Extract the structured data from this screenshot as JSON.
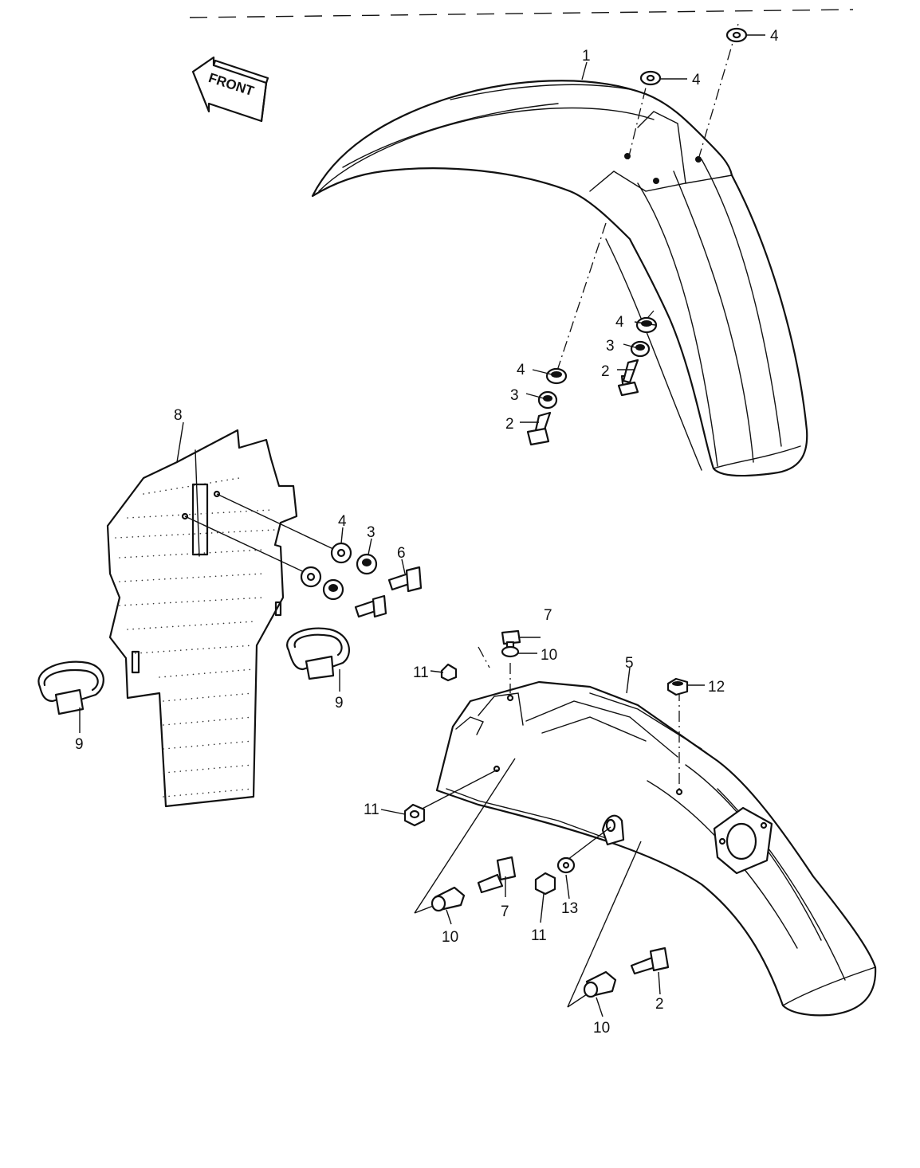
{
  "front_arrow": {
    "label": "FRONT"
  },
  "callouts": {
    "c1": "1",
    "c2a": "2",
    "c2b": "2",
    "c2c": "2",
    "c3a": "3",
    "c3b": "3",
    "c3c": "3",
    "c4a": "4",
    "c4b": "4",
    "c4c": "4",
    "c4d": "4",
    "c4e": "4",
    "c5": "5",
    "c6": "6",
    "c7a": "7",
    "c7b": "7",
    "c8": "8",
    "c9a": "9",
    "c9b": "9",
    "c10a": "10",
    "c10b": "10",
    "c10c": "10",
    "c11a": "11",
    "c11b": "11",
    "c11c": "11",
    "c12": "12",
    "c13": "13"
  }
}
